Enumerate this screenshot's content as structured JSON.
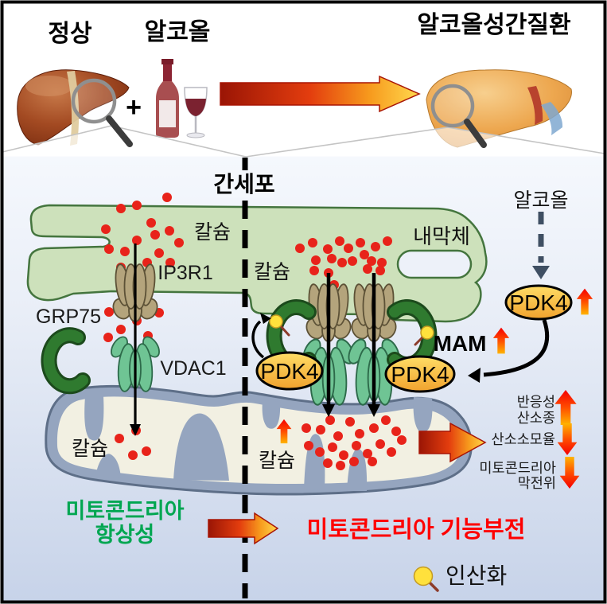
{
  "header": {
    "normal_label": "정상",
    "alcohol_label": "알코올",
    "plus_sign": "+",
    "disease_label": "알코올성간질환"
  },
  "cell": {
    "title": "간세포",
    "er_label": "내막체",
    "alcohol_label": "알코올",
    "calcium_er_left": "칼슘",
    "calcium_er_right": "칼슘",
    "calcium_mito_left": "칼슘",
    "calcium_mito_right": "칼슘",
    "ip3r1_label": "IP3R1",
    "grp75_label": "GRP75",
    "vdac1_label": "VDAC1",
    "mam_label": "MAM",
    "pdk4_top_label": "PDK4",
    "pdk4_left_label": "PDK4",
    "pdk4_right_label": "PDK4"
  },
  "outcomes": {
    "ros_line1": "반응성",
    "ros_line2": "산소종",
    "oxygen_consumption": "산소소모율",
    "membrane_line1": "미토콘드리아",
    "membrane_line2": "막전위"
  },
  "footer": {
    "homeostasis_line1": "미토콘드리아",
    "homeostasis_line2": "항상성",
    "dysfunction_label": "미토콘드리아 기능부전",
    "phospho_legend": "인산화"
  },
  "colors": {
    "er_green": "#cde1bb",
    "er_border": "#44753e",
    "mito_membrane": "#95a5bf",
    "mito_matrix": "#f2f0e2",
    "calcium_red": "#e8231a",
    "pdk4_fill": "#ffcf4a",
    "phosphate_yellow": "#ffe13c",
    "homeostasis_green": "#00a651",
    "dysfunction_red": "#fe0000",
    "accent_arrow": "#e33d0e"
  }
}
